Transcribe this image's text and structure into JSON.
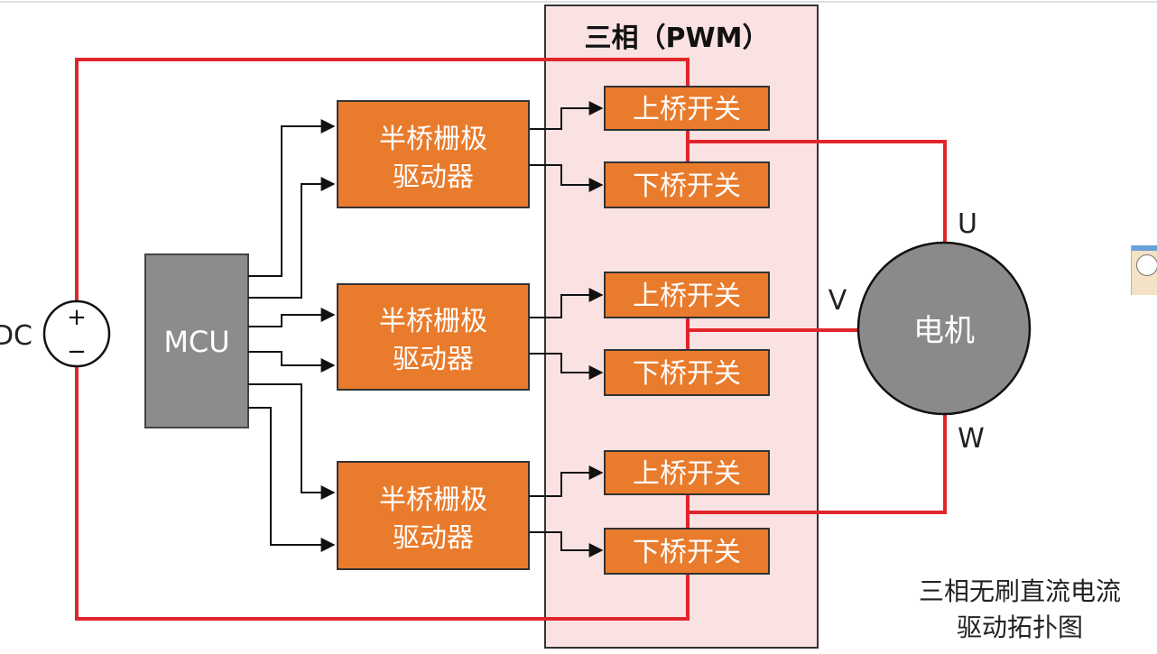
{
  "diagram": {
    "pwm_title": "三相（PWM）",
    "mcu_label": "MCU",
    "source_label": "DC",
    "source_plus": "+",
    "source_minus": "−",
    "driver_line1": "半桥栅极",
    "driver_line2": "驱动器",
    "upper_switch": "上桥开关",
    "lower_switch": "下桥开关",
    "motor_label": "电机",
    "phase_u": "U",
    "phase_v": "V",
    "phase_w": "W",
    "caption_line1": "三相无刷直流电流",
    "caption_line2": "驱动拓扑图"
  },
  "colors": {
    "orange": "#E97B2C",
    "red_wire": "#E0262B",
    "pwm_bg": "#FBE2E2",
    "mcu_gray": "#8C8C8C",
    "motor_gray": "#8A8A8A"
  }
}
